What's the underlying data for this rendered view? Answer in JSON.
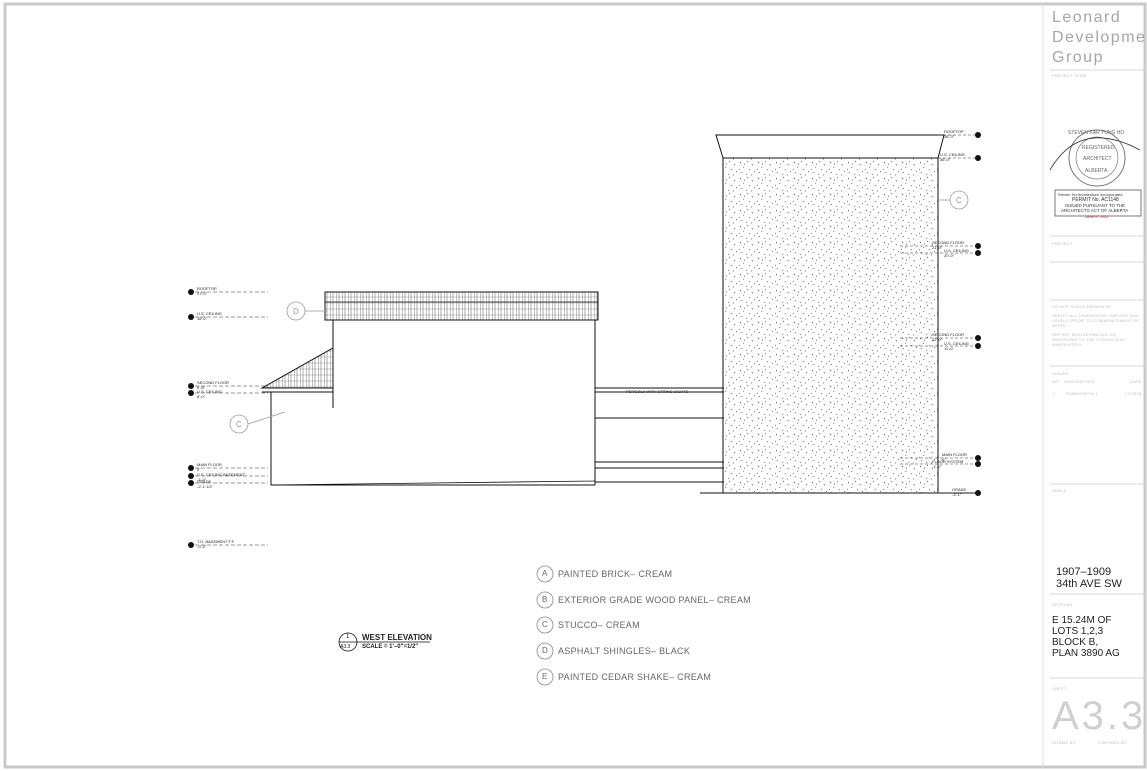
{
  "firm": {
    "line1": "Leonard",
    "line2": "Developmen",
    "line3": "Group"
  },
  "titleblock": {
    "project_team": "PROJECT TEAM",
    "stamp": {
      "ring_text": "STEVEN KAR YUNG HO",
      "assoc": "REGISTERED",
      "role": "ARCHITECT",
      "province": "ALBERTA",
      "company": "Steven Ho Architecture Incorporated",
      "permit": "PERMIT No. AC1148",
      "issued1": "ISSUED PURSUANT TO THE",
      "issued2": "ARCHITECTS ACT OF ALBERTA",
      "date": "JUNE 07 2025",
      "stamp_color": "#d62020"
    },
    "project": "PROJECT",
    "notes": {
      "n1": "DO NOT SCALE DRAWINGS",
      "n2a": "VERIFY ALL DIMENSIONS, DATUMS AND",
      "n2b": "LEVELS PRIOR TO COMMENCEMENT OF",
      "n2c": "WORK.",
      "n3a": "REPORT DISCREPANCIES OR",
      "n3b": "OMISSIONS TO THE CONSULTANT",
      "n3c": "IMMEDIATELY."
    },
    "issues": {
      "label": "ISSUES",
      "col_no": "NO.",
      "col_desc": "DESCRIPTION",
      "col_date": "DATE",
      "rows": [
        {
          "no": "1",
          "desc": "SUBMISSION 1",
          "date": "17/2025"
        }
      ]
    },
    "seals": "SEALS",
    "project_address1": "1907–1909",
    "project_address2": "34th AVE SW",
    "keyplan": "KEYPLAN",
    "legal1": "E 15.24M OF",
    "legal2": "LOTS 1,2,3",
    "legal3": "BLOCK B,",
    "legal4": "PLAN 3890 AG",
    "sheet_label": "SHEET",
    "sheet_number": "A3.3",
    "drawn_by": "DRAWN BY",
    "checked_by": "CHECKED BY"
  },
  "legend": [
    {
      "key": "A",
      "text": "PAINTED BRICK– CREAM"
    },
    {
      "key": "B",
      "text": "EXTERIOR GRADE WOOD PANEL– CREAM"
    },
    {
      "key": "C",
      "text": "STUCCO– CREAM"
    },
    {
      "key": "D",
      "text": "ASPHALT SHINGLES– BLACK"
    },
    {
      "key": "E",
      "text": "PAINTED CEDAR SHAKE– CREAM"
    }
  ],
  "drawing": {
    "number": "1",
    "sheet_ref": "A3.3",
    "title": "WEST ELEVATION",
    "scale": "SCALE = 1'–0\"=1/2\"",
    "pergola_note": "PERGOLA WITH STRING LIGHTS",
    "material_tags": {
      "tag_c1": "C",
      "tag_c2": "C",
      "tag_d": "D"
    }
  },
  "levels_left": [
    {
      "name": "ROOFTOP",
      "elev": "27'-0\""
    },
    {
      "name": "U.S. CEILING",
      "elev": "18'-0\""
    },
    {
      "name": "SECOND FLOOR",
      "elev": "9'-6\""
    },
    {
      "name": "U.S. CEILING",
      "elev": "8'-0\""
    },
    {
      "name": "MAIN FLOOR",
      "elev": "0\""
    },
    {
      "name": "U.S. CEILING BASEMENT",
      "elev": "-1'-0\""
    },
    {
      "name": "GRADE",
      "elev": "-2'-1 1/2\""
    },
    {
      "name": "T.O. BASEMENT F.F.",
      "elev": "-9'-0\""
    }
  ],
  "levels_right": [
    {
      "name": "ROOFTOP",
      "elev": "38'-3\""
    },
    {
      "name": "U.S. CEILING",
      "elev": "36'-0\""
    },
    {
      "name": "SECOND FLOOR",
      "elev": "21'-0\""
    },
    {
      "name": "U.S. CEILING",
      "elev": "20'-0\""
    },
    {
      "name": "SECOND FLOOR",
      "elev": "12'-0\""
    },
    {
      "name": "U.S. CEILING",
      "elev": "11'-0\""
    },
    {
      "name": "MAIN FLOOR",
      "elev": "0\""
    },
    {
      "name": "FLOOR SYSTEM",
      "elev": "-1'-0\""
    },
    {
      "name": "GRADE",
      "elev": "-4'-1\""
    }
  ]
}
